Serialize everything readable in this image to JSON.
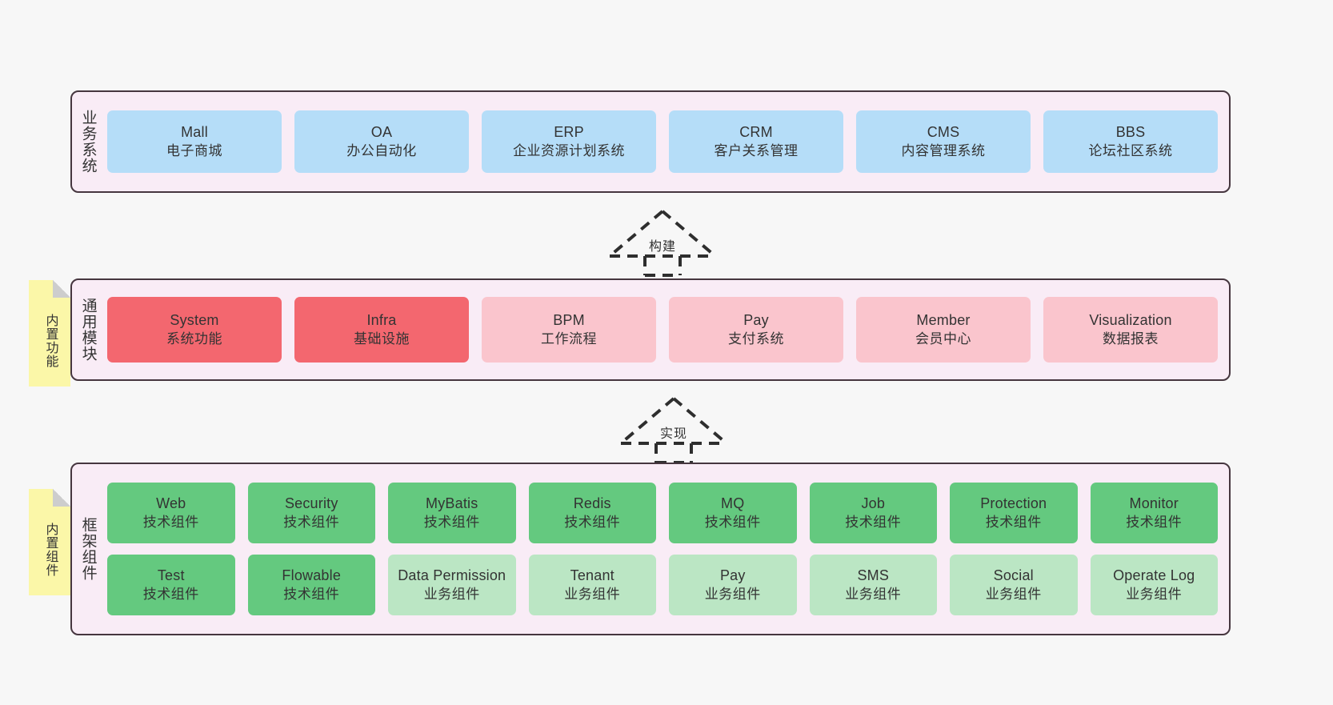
{
  "diagram": {
    "background_color": "#f7f7f7",
    "layer_fill": "#f9ecf6",
    "layer_border": "#46363f",
    "sticky_color": "#fbf7a8",
    "colors": {
      "business": "#b5ddf8",
      "module_primary": "#f3676f",
      "module_secondary": "#fac5cd",
      "component_tech": "#64c97f",
      "component_business": "#bbe6c4"
    }
  },
  "layers": {
    "business": {
      "title": "业务系统",
      "nodes": [
        {
          "en": "Mall",
          "cn": "电子商城"
        },
        {
          "en": "OA",
          "cn": "办公自动化"
        },
        {
          "en": "ERP",
          "cn": "企业资源计划系统"
        },
        {
          "en": "CRM",
          "cn": "客户关系管理"
        },
        {
          "en": "CMS",
          "cn": "内容管理系统"
        },
        {
          "en": "BBS",
          "cn": "论坛社区系统"
        }
      ]
    },
    "modules": {
      "title": "通用模块",
      "sticky": "内置功能",
      "nodes": [
        {
          "en": "System",
          "cn": "系统功能",
          "tone": "primary"
        },
        {
          "en": "Infra",
          "cn": "基础设施",
          "tone": "primary"
        },
        {
          "en": "BPM",
          "cn": "工作流程",
          "tone": "secondary"
        },
        {
          "en": "Pay",
          "cn": "支付系统",
          "tone": "secondary"
        },
        {
          "en": "Member",
          "cn": "会员中心",
          "tone": "secondary"
        },
        {
          "en": "Visualization",
          "cn": "数据报表",
          "tone": "secondary"
        }
      ]
    },
    "framework": {
      "title": "框架组件",
      "sticky": "内置组件",
      "row1": [
        {
          "en": "Web",
          "cn": "技术组件",
          "tone": "tech"
        },
        {
          "en": "Security",
          "cn": "技术组件",
          "tone": "tech"
        },
        {
          "en": "MyBatis",
          "cn": "技术组件",
          "tone": "tech"
        },
        {
          "en": "Redis",
          "cn": "技术组件",
          "tone": "tech"
        },
        {
          "en": "MQ",
          "cn": "技术组件",
          "tone": "tech"
        },
        {
          "en": "Job",
          "cn": "技术组件",
          "tone": "tech"
        },
        {
          "en": "Protection",
          "cn": "技术组件",
          "tone": "tech"
        },
        {
          "en": "Monitor",
          "cn": "技术组件",
          "tone": "tech"
        }
      ],
      "row2": [
        {
          "en": "Test",
          "cn": "技术组件",
          "tone": "tech"
        },
        {
          "en": "Flowable",
          "cn": "技术组件",
          "tone": "tech"
        },
        {
          "en": "Data Permission",
          "cn": "业务组件",
          "tone": "business"
        },
        {
          "en": "Tenant",
          "cn": "业务组件",
          "tone": "business"
        },
        {
          "en": "Pay",
          "cn": "业务组件",
          "tone": "business"
        },
        {
          "en": "SMS",
          "cn": "业务组件",
          "tone": "business"
        },
        {
          "en": "Social",
          "cn": "业务组件",
          "tone": "business"
        },
        {
          "en": "Operate Log",
          "cn": "业务组件",
          "tone": "business"
        }
      ]
    }
  },
  "connectors": [
    {
      "label": "构建",
      "from": "modules",
      "to": "business"
    },
    {
      "label": "实现",
      "from": "framework",
      "to": "modules"
    }
  ]
}
